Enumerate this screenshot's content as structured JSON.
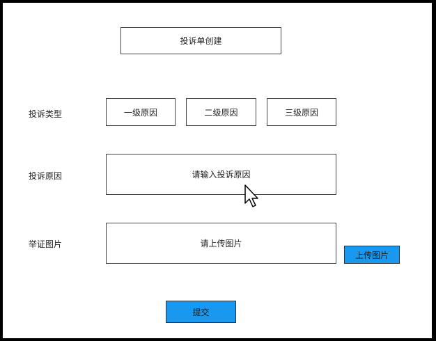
{
  "header": {
    "title": "投诉单创建"
  },
  "complaint_type": {
    "label": "投诉类型",
    "level1": "一级原因",
    "level2": "二级原因",
    "level3": "三级原因"
  },
  "complaint_reason": {
    "label": "投诉原因",
    "placeholder": "请输入投诉原因"
  },
  "evidence": {
    "label": "举证图片",
    "placeholder": "请上传图片",
    "upload_button": "上传图片"
  },
  "submit_button": "提交",
  "colors": {
    "accent": "#1899ef",
    "border": "#444444"
  },
  "icons": {
    "cursor": "mouse-pointer-icon"
  }
}
